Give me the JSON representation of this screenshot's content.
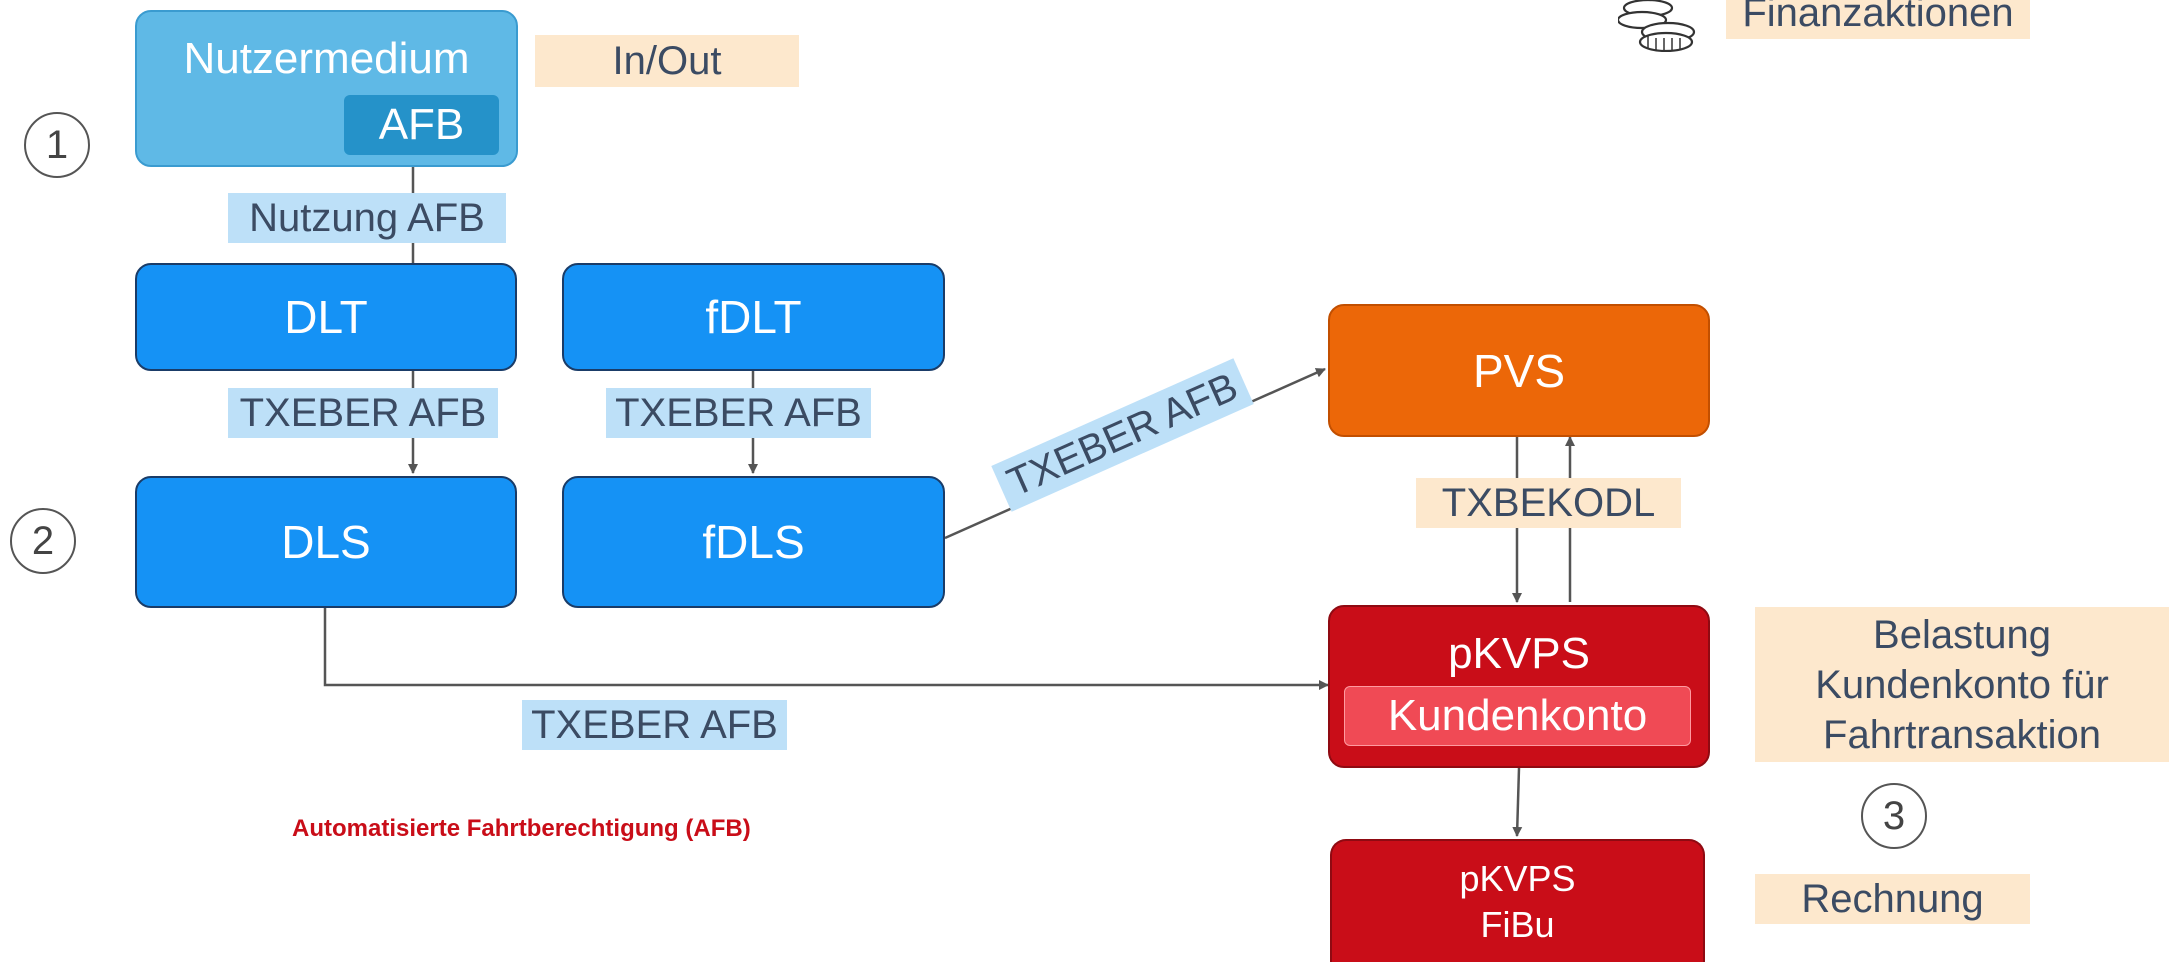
{
  "nodes": {
    "nutzermedium": {
      "title": "Nutzermedium",
      "sub": "AFB"
    },
    "dlt": "DLT",
    "fdlt": "fDLT",
    "dls": "DLS",
    "fdls": "fDLS",
    "pvs": "PVS",
    "pkvps": {
      "title": "pKVPS",
      "sub": "Kundenkonto"
    },
    "fibu": {
      "line1": "pKVPS",
      "line2": "FiBu"
    }
  },
  "labels": {
    "in_out": "In/Out",
    "nutzung_afb": "Nutzung AFB",
    "txeber_dlt_dls": "TXEBER AFB",
    "txeber_fdlt_fdls": "TXEBER AFB",
    "txeber_fdls_pvs": "TXEBER AFB",
    "txeber_dls_pkvps": "TXEBER AFB",
    "txbekodl": "TXBEKODL",
    "belastung": [
      "Belastung",
      "Kundenkonto für",
      "Fahrtransaktion"
    ],
    "rechnung": "Rechnung",
    "finanzaktionen": "Finanzaktionen"
  },
  "steps": [
    "1",
    "2",
    "3"
  ],
  "caption": "Automatisierte Fahrtberechtigung (AFB)",
  "legend_icon": "coins-icon",
  "colors": {
    "blue_box": "#1592f5",
    "light_blue_box": "#5fb9e6",
    "orange_box": "#ec6708",
    "red_box": "#c90d18",
    "blue_label": "#bde0f8",
    "peach_label": "#fde8cd",
    "caption_red": "#c90d18"
  }
}
